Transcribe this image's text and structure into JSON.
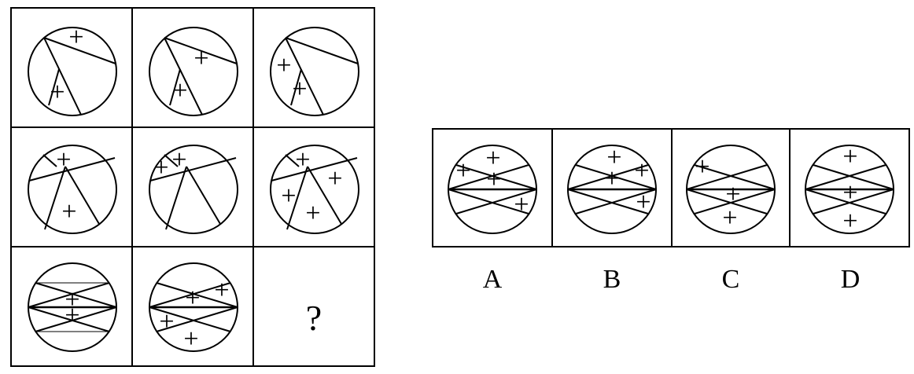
{
  "puzzle": {
    "question_mark": "?",
    "options": [
      {
        "label": "A"
      },
      {
        "label": "B"
      },
      {
        "label": "C"
      },
      {
        "label": "D"
      }
    ],
    "grid_cells": [
      {
        "index": 1,
        "plus_count": 2
      },
      {
        "index": 2,
        "plus_count": 2
      },
      {
        "index": 3,
        "plus_count": 2
      },
      {
        "index": 4,
        "plus_count": 2
      },
      {
        "index": 5,
        "plus_count": 2
      },
      {
        "index": 6,
        "plus_count": 4
      },
      {
        "index": 7,
        "plus_count": 2
      },
      {
        "index": 8,
        "plus_count": 4
      },
      {
        "index": 9,
        "plus_count": 0,
        "unknown": true
      }
    ],
    "option_plus_counts": {
      "A": 4,
      "B": 4,
      "C": 3,
      "D": 3
    }
  }
}
